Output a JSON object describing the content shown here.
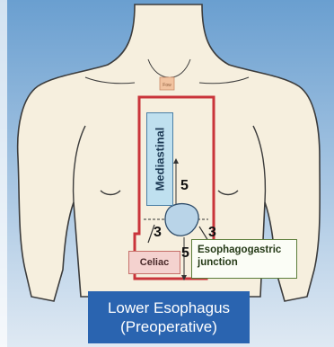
{
  "labels": {
    "top_tag": "Fow",
    "mediastinal": "Mediastinal",
    "distance_5_upper": "5",
    "distance_3_left": "3",
    "distance_3_right": "3",
    "distance_5_lower": "5",
    "celiac": "Celiac",
    "esophagogastric_junction_line1": "Esophagogastric",
    "esophagogastric_junction_line2": "junction"
  },
  "banner": {
    "line1": "Lower Esophagus",
    "line2": "(Preoperative)"
  },
  "colors": {
    "sky_top": "#6a9fd0",
    "sky_bottom": "#dfe9f3",
    "skin": "#f6efde",
    "field_outline": "#c9343a",
    "banner": "#2a64b0"
  }
}
